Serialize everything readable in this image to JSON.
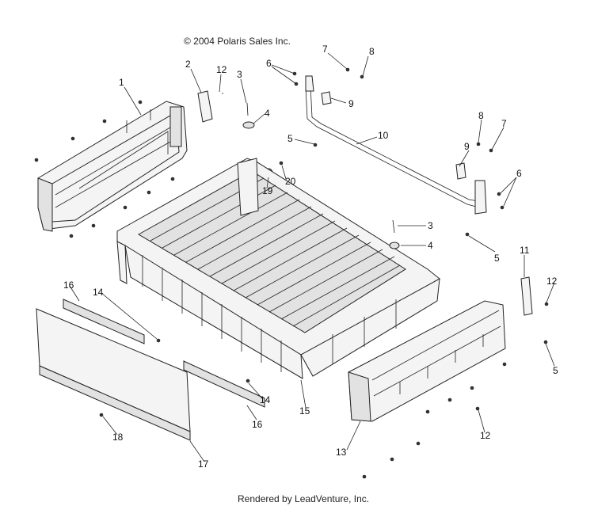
{
  "copyright": "© 2004 Polaris Sales Inc.",
  "footer": "Rendered by LeadVenture, Inc.",
  "callouts": {
    "c1": "1",
    "c2": "2",
    "c3a": "3",
    "c4a": "4",
    "c5a": "5",
    "c6a": "6",
    "c7a": "7",
    "c8a": "8",
    "c9a": "9",
    "c10": "10",
    "c12a": "12",
    "c19": "19",
    "c20": "20",
    "c8b": "8",
    "c7b": "7",
    "c9b": "9",
    "c6b": "6",
    "c3b": "3",
    "c4b": "4",
    "c5b": "5",
    "c11": "11",
    "c12b": "12",
    "c5c": "5",
    "c16a": "16",
    "c14a": "14",
    "c14b": "14",
    "c16b": "16",
    "c15": "15",
    "c18": "18",
    "c17": "17",
    "c13": "13",
    "c12c": "12"
  }
}
